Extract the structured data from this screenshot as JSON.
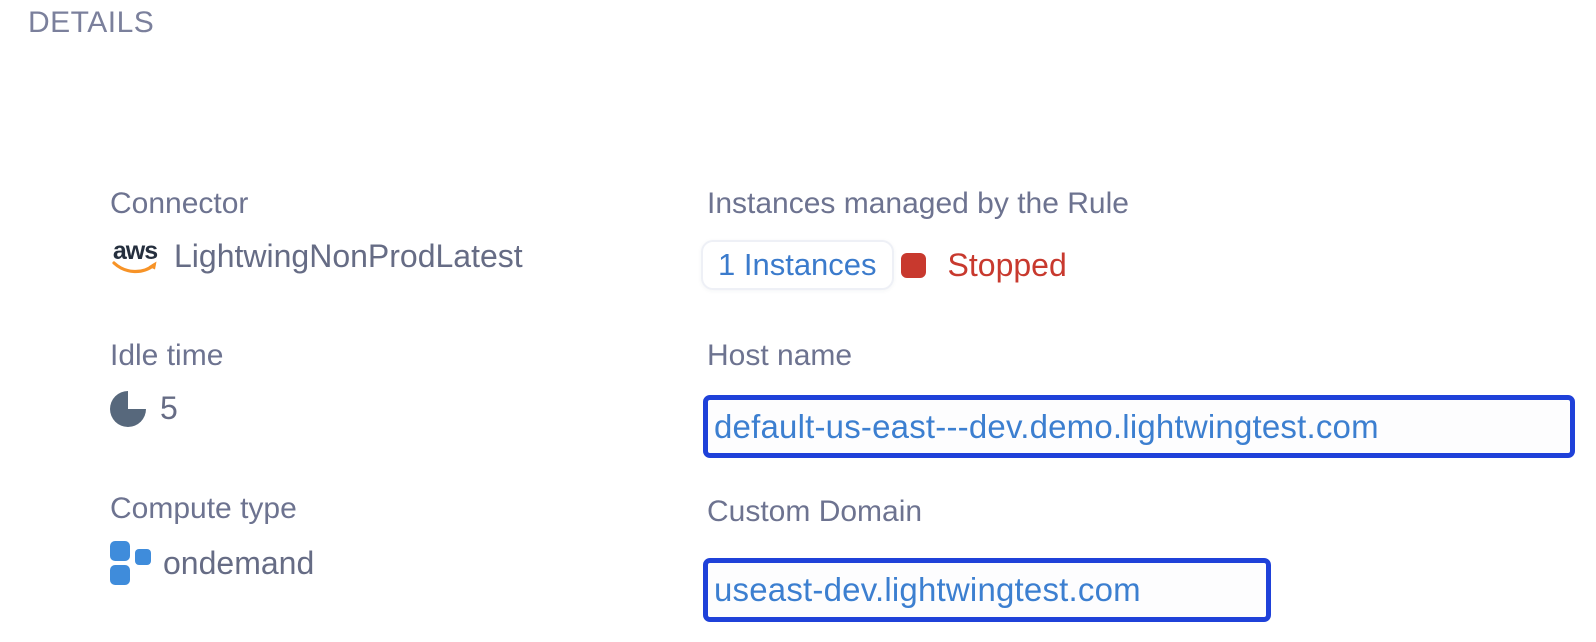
{
  "header": {
    "title": "DETAILS"
  },
  "colors": {
    "box_border_blue": "#1f41d9",
    "link_blue": "#3b7bcc",
    "status_red": "#c8392e",
    "label_gray": "#6d7390",
    "value_gray": "#666c85",
    "pie_icon_slate": "#57687c",
    "blocks_icon_azure": "#3f8cdb",
    "aws_navy": "#252f3e",
    "aws_orange": "#f79327"
  },
  "icons": {
    "aws_word": "aws"
  },
  "fields": {
    "connector": {
      "label": "Connector",
      "value": "LightwingNonProdLatest"
    },
    "idle_time": {
      "label": "Idle time",
      "value": "5"
    },
    "compute_type": {
      "label": "Compute type",
      "value": "ondemand"
    },
    "instances": {
      "label": "Instances managed by the Rule",
      "count_link": "1 Instances",
      "status_label": "Stopped"
    },
    "host_name": {
      "label": "Host name",
      "value": "default-us-east---dev.demo.lightwingtest.com"
    },
    "custom_domain": {
      "label": "Custom Domain",
      "value": "useast-dev.lightwingtest.com"
    }
  }
}
